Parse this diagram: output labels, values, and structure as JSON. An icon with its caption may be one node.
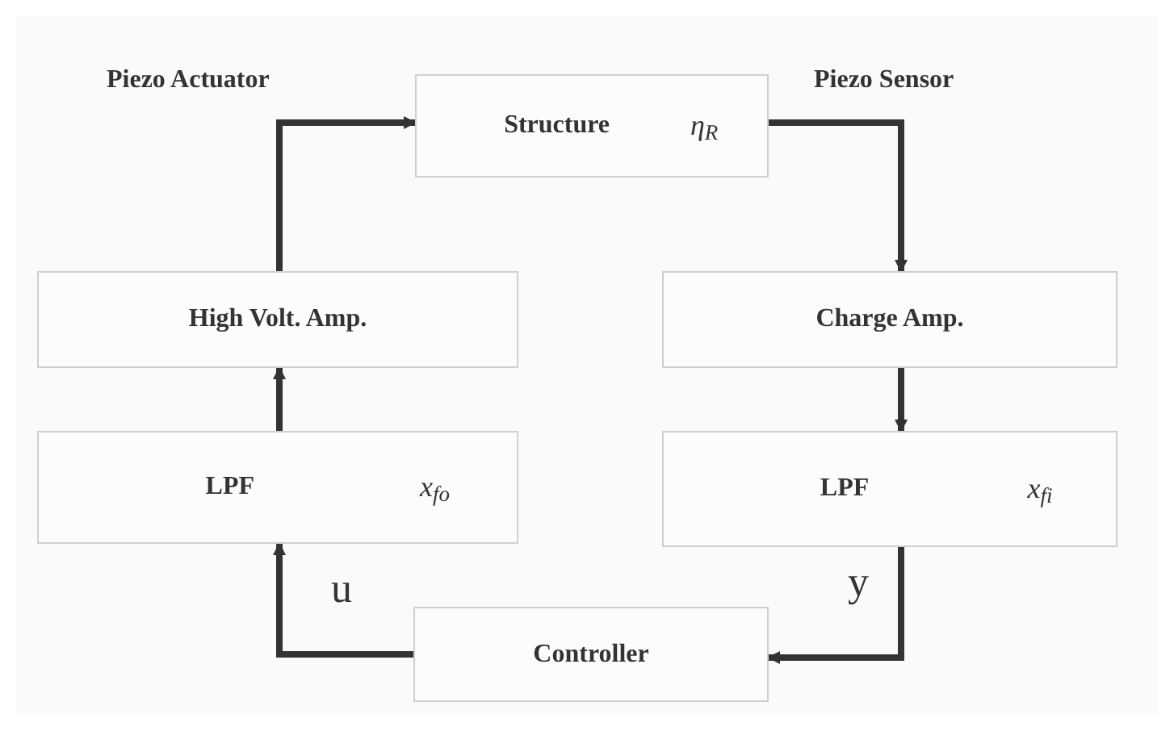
{
  "diagram": {
    "nodes": [
      {
        "text": [
          "Structure",
          "η$_{R}$"
        ]
      },
      {
        "text": [
          "High Volt. Amp."
        ]
      },
      {
        "text": [
          "LPF",
          "x$_{fo}$"
        ]
      },
      {
        "text": [
          "Charge Amp."
        ]
      },
      {
        "text": [
          "LPF",
          "x$_{fi}$"
        ]
      },
      {
        "text": [
          "Controller"
        ]
      }
    ],
    "edges": [
      {
        "from": 5,
        "to": 2,
        "arrow": "to",
        "label": "u"
      },
      {
        "from": 2,
        "to": 1,
        "arrow": "to"
      },
      {
        "from": 1,
        "to": 0,
        "arrow": "to"
      },
      {
        "from": 0,
        "to": 3,
        "arrow": "to"
      },
      {
        "from": 3,
        "to": 4,
        "arrow": "to"
      },
      {
        "from": 4,
        "to": 5,
        "arrow": "to",
        "label": "y"
      }
    ],
    "labels": [
      "Piezo Actuator",
      "Piezo Sensor"
    ]
  }
}
